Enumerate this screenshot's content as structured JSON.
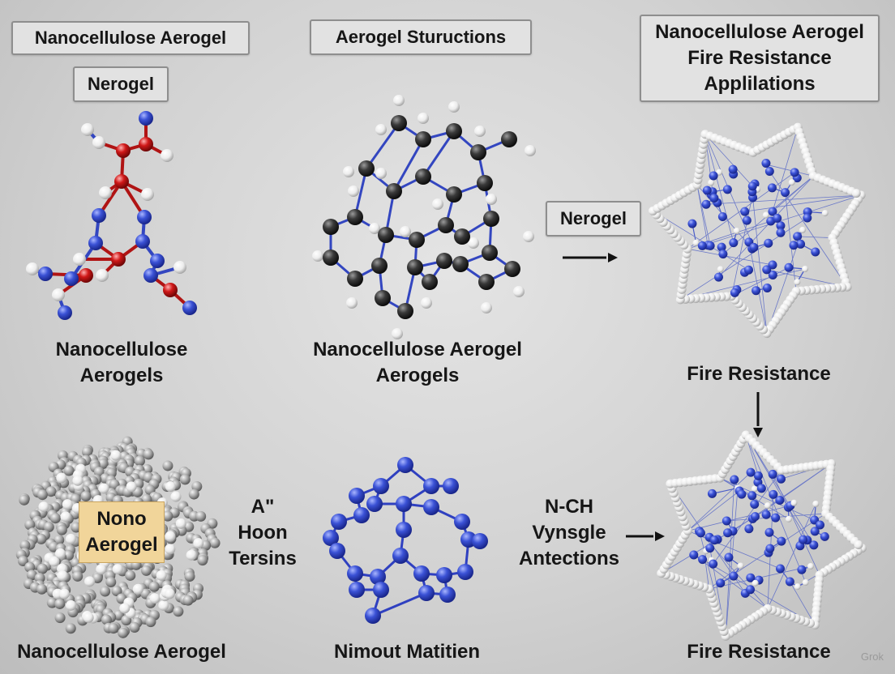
{
  "colors": {
    "background": "#d2d2d2",
    "label_box": "#e2e2e2",
    "atom_red": "#cc1a1a",
    "atom_blue": "#2f46c4",
    "atom_white": "#f2f2f2",
    "atom_black": "#2e2e2e",
    "highlight_box": "#f1d59a"
  },
  "top_left": {
    "title": "Nanocellulose Aerogel",
    "subtitle": "Nerogel",
    "caption": "Nanocellulose\nAerogels"
  },
  "top_center": {
    "title": "Aerogel Stuructions",
    "caption": "Nanocellulose Aerogel\nAerogels"
  },
  "top_right": {
    "title": "Nanocellulose Aerogel\nFire Resistance\nApplilations",
    "caption": "Fire Resistance"
  },
  "middle_arrow_label": "Nerogel",
  "bottom_left": {
    "highlight": "Nono\nAerogel",
    "caption": "Nanocellulose Aerogel"
  },
  "bottom_center": {
    "side_label": "A\"\nHoon\nTersins",
    "caption": "Nimout Matitien"
  },
  "bottom_right": {
    "side_label": "N-CH\nVynsgle\nAntections",
    "caption": "Fire Resistance"
  },
  "watermark": "Grok"
}
